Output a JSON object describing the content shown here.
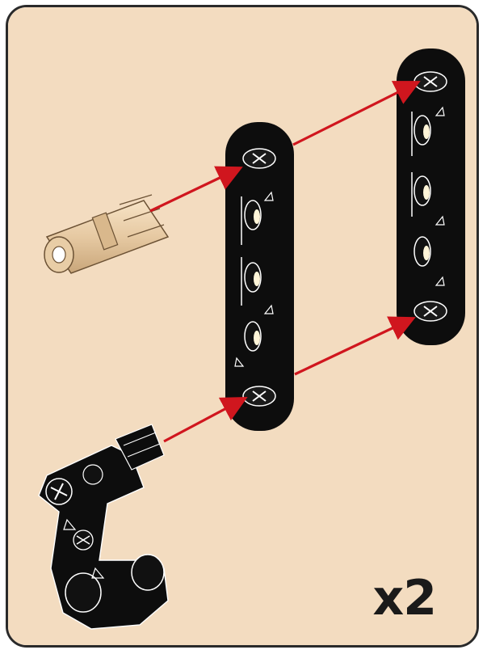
{
  "instruction_step": {
    "quantity_label": "x2",
    "background_color": "#f3dcc0",
    "arrow_color": "#d0161e",
    "connector_pin_color": "#e6c9a2",
    "beam_color": "#0d0d0d",
    "parts": [
      {
        "name": "tan-friction-connector-pin",
        "icon": "tan-pin-icon"
      },
      {
        "name": "black-beam-5-middle",
        "icon": "beam-icon"
      },
      {
        "name": "black-beam-5-right",
        "icon": "beam-icon"
      },
      {
        "name": "black-axle-pin-connector",
        "icon": "connector-icon"
      }
    ]
  }
}
